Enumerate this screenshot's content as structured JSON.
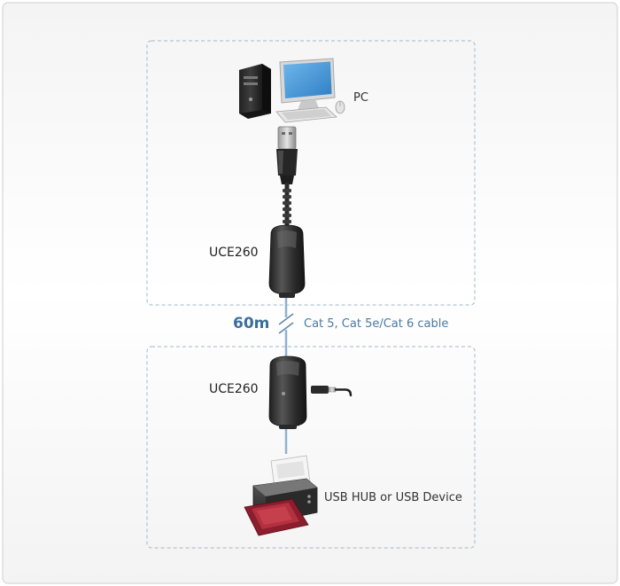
{
  "labels": {
    "pc": "PC",
    "extender_local": "UCE260",
    "distance": "60m",
    "cable": "Cat 5, Cat 5e/Cat 6 cable",
    "extender_remote": "UCE260",
    "device": "USB HUB or USB Device"
  },
  "colors": {
    "frame_border": "#d6d6d6",
    "dashed_border": "#9fb8cc",
    "cable_line": "#8fb2cf",
    "distance_text": "#3a6f9c",
    "cable_text": "#4a7aa3",
    "dongle_body": "#3a3a3a",
    "printer_tray": "#8b1d2c"
  },
  "icons": {
    "computer": "desktop-computer-icon",
    "usb_plug": "usb-plug-icon",
    "extender": "dongle-icon",
    "power": "power-plug-icon",
    "printer": "printer-icon",
    "break": "cable-break-icon"
  }
}
